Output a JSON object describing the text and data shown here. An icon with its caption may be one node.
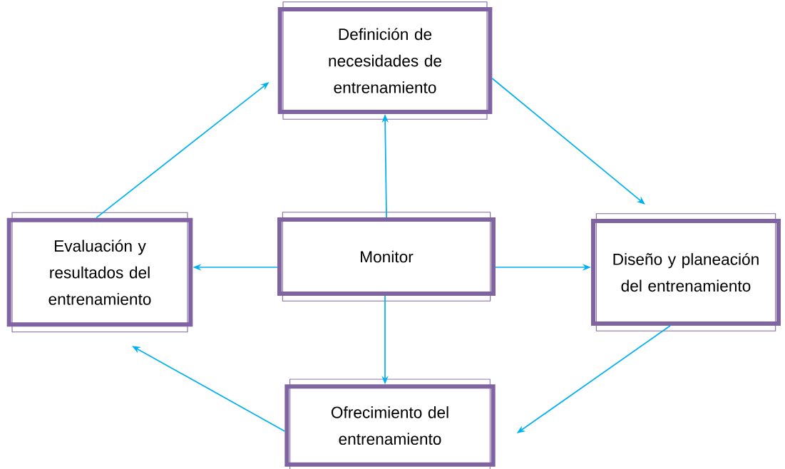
{
  "diagram": {
    "nodes": [
      {
        "text": [
          "Definición de necesidades de entrenamiento"
        ]
      },
      {
        "text": [
          "Evaluación y resultados del entrenamiento"
        ]
      },
      {
        "text": [
          "Monitor"
        ]
      },
      {
        "text": [
          "Diseño y planeación del entrenamiento"
        ]
      },
      {
        "text": [
          "Ofrecimiento del entrenamiento"
        ]
      }
    ],
    "edges": [
      {
        "from": 2,
        "to": 0,
        "arrow": "to"
      },
      {
        "from": 2,
        "to": 1,
        "arrow": "to"
      },
      {
        "from": 2,
        "to": 3,
        "arrow": "to"
      },
      {
        "from": 2,
        "to": 4,
        "arrow": "to"
      },
      {
        "from": 0,
        "to": 3,
        "arrow": "to"
      },
      {
        "from": 3,
        "to": 4,
        "arrow": "to"
      },
      {
        "from": 4,
        "to": 1,
        "arrow": "to"
      },
      {
        "from": 1,
        "to": 0,
        "arrow": "to"
      }
    ]
  }
}
